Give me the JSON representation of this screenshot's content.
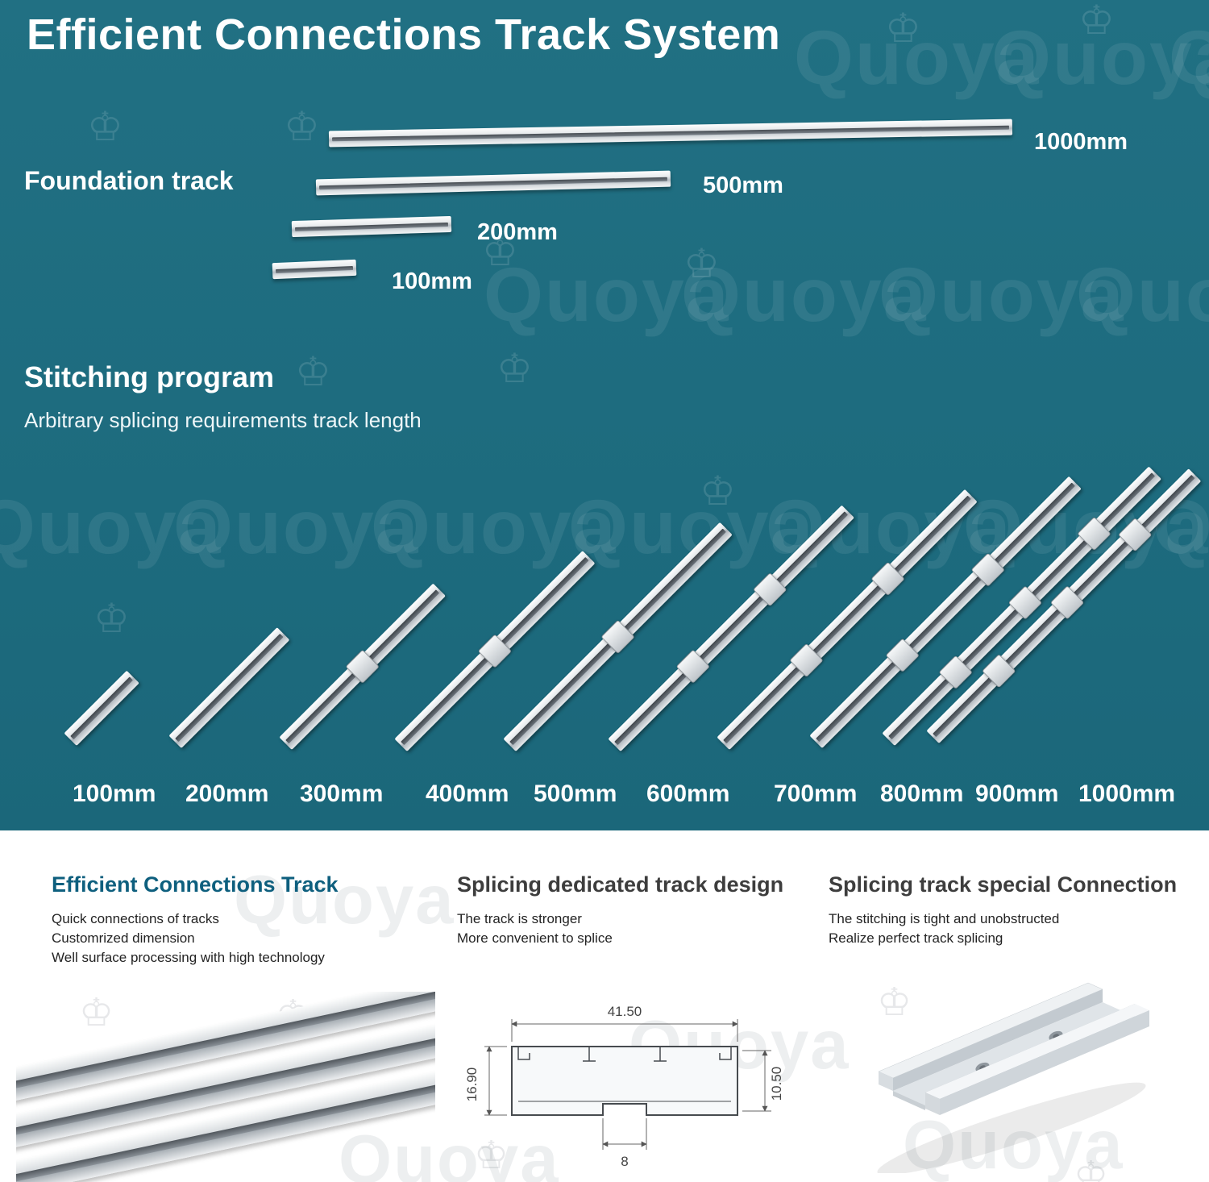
{
  "title": "Efficient Connections Track System",
  "watermark": {
    "text": "Quoya",
    "crown": "♔"
  },
  "colors": {
    "hero_bg": "#1d6b7e",
    "accent_heading": "#0e5f7e",
    "heading_gray": "#3d3d3d",
    "label_white": "#ffffff"
  },
  "foundation": {
    "label": "Foundation track",
    "sizes": [
      "1000mm",
      "500mm",
      "200mm",
      "100mm"
    ]
  },
  "stitching": {
    "heading": "Stitching program",
    "subheading": "Arbitrary splicing requirements track length",
    "lengths": [
      "100mm",
      "200mm",
      "300mm",
      "400mm",
      "500mm",
      "600mm",
      "700mm",
      "800mm",
      "900mm",
      "1000mm"
    ]
  },
  "features": {
    "col1": {
      "heading": "Efficient Connections Track",
      "lines": [
        "Quick connections of tracks",
        "Customrized dimension",
        "Well surface processing with high technology"
      ]
    },
    "col2": {
      "heading": "Splicing dedicated track design",
      "lines": [
        "The track is stronger",
        "More convenient to splice"
      ],
      "dims": {
        "width": "41.50",
        "height": "16.90",
        "inner": "10.50",
        "slot": "8"
      }
    },
    "col3": {
      "heading": "Splicing track special Connection",
      "lines": [
        "The stitching is tight and unobstructed",
        "Realize perfect track splicing"
      ]
    }
  }
}
